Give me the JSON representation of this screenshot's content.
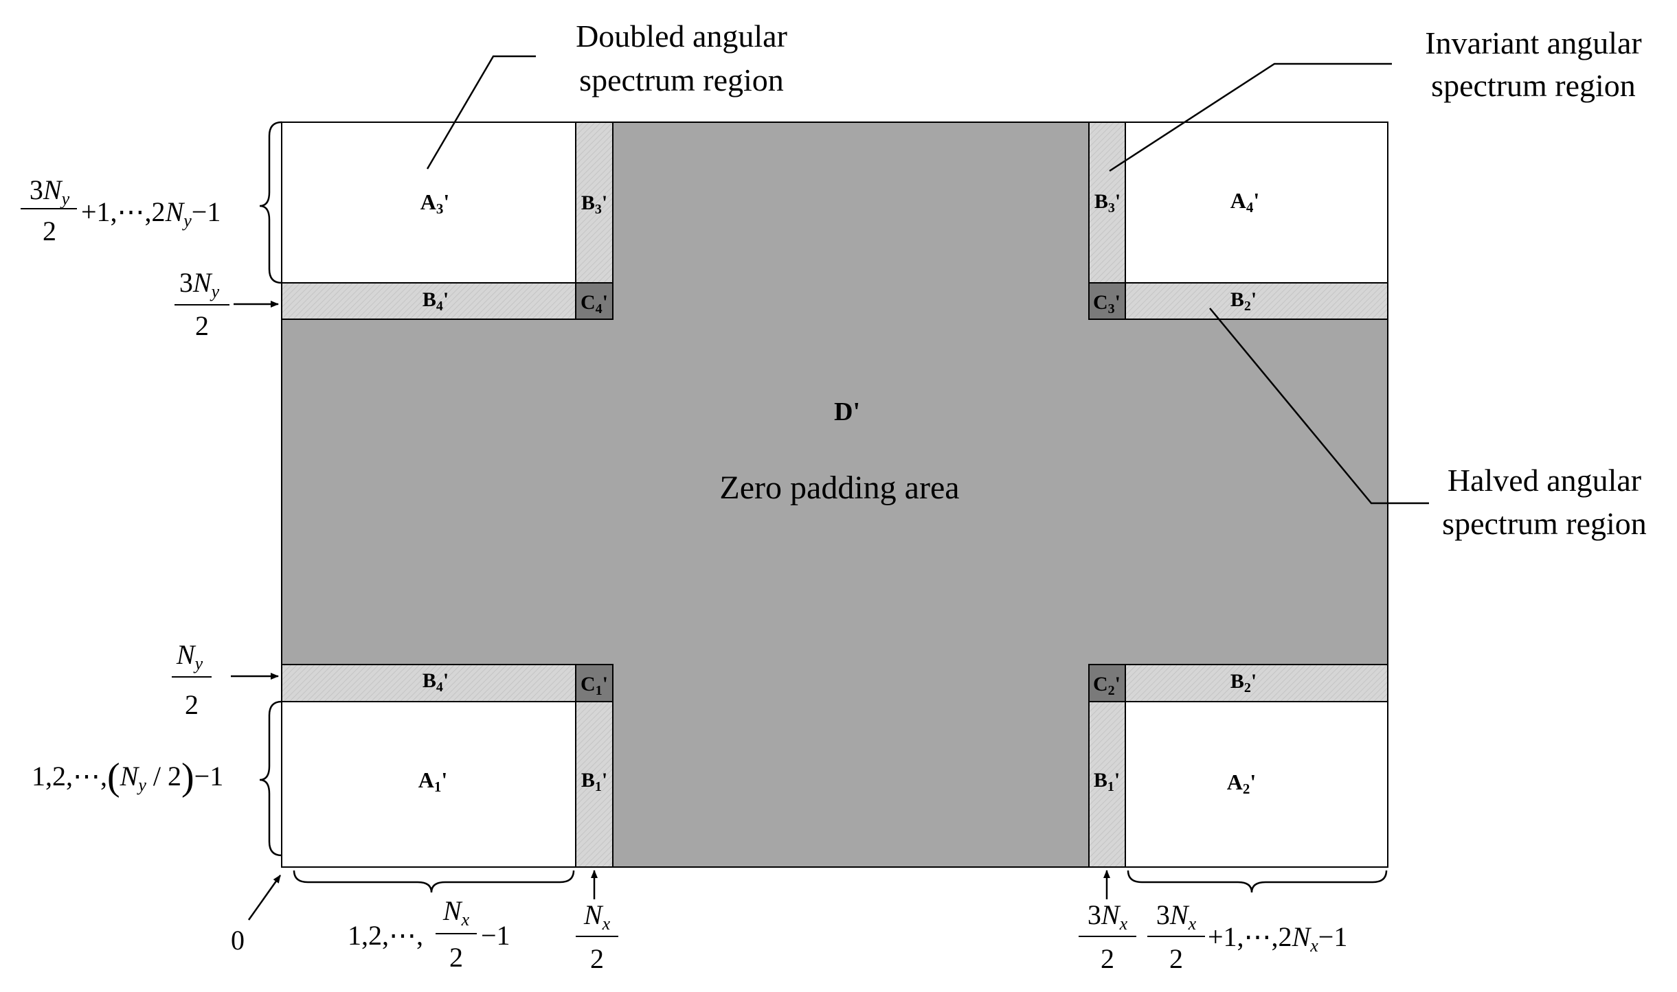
{
  "colors": {
    "background": "#ffffff",
    "zero_padding": "#a6a6a6",
    "b_region": "#d6d6d6",
    "c_region": "#7a7a7a",
    "a_region": "#ffffff",
    "line": "#000000"
  },
  "regions": {
    "a1": "A1'",
    "a2": "A2'",
    "a3": "A3'",
    "a4": "A4'",
    "b1_left": "B1'",
    "b1_right": "B1'",
    "b2_top": "B2'",
    "b2_bottom": "B2'",
    "b3_left": "B3'",
    "b3_right": "B3'",
    "b4_top": "B4'",
    "b4_bottom": "B4'",
    "c1": "C1'",
    "c2": "C2'",
    "c3": "C3'",
    "c4": "C4'",
    "d": "D'"
  },
  "region_parts": {
    "a_letter": "A",
    "b_letter": "B",
    "c_letter": "C",
    "prime": "'",
    "sub1": "1",
    "sub2": "2",
    "sub3": "3",
    "sub4": "4"
  },
  "zero_padding_label": "Zero padding area",
  "callouts": {
    "doubled": [
      "Doubled angular",
      "spectrum region"
    ],
    "invariant": [
      "Invariant angular",
      "spectrum region"
    ],
    "halved": [
      "Halved angular",
      "spectrum region"
    ]
  },
  "axis_labels": {
    "origin": "0",
    "x_range_low": "1,2,⋯,Nx/2−1",
    "x_half": "Nx/2",
    "x_three_half": "3Nx/2",
    "x_range_high": "3Nx/2+1,⋯,2Nx−1",
    "y_range_low": "1,2,⋯,(Ny/2)−1",
    "y_half": "Ny/2",
    "y_three_half": "3Ny/2",
    "y_range_high": "3Ny/2+1,⋯,2Ny−1"
  },
  "math_parts": {
    "three": "3",
    "two": "2",
    "one": "1",
    "N": "N",
    "x": "x",
    "y": "y",
    "seq_start": "1,2,⋯,",
    "minus_one": "−1",
    "plus_one_seq": "+1,⋯,2",
    "paren_open": "(",
    "paren_close": ")",
    "slash_two": " / 2"
  }
}
